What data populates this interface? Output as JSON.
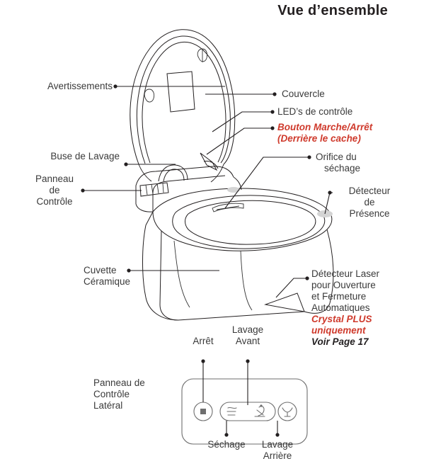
{
  "title": "Vue d’ensemble",
  "colors": {
    "ink": "#231f20",
    "red": "#cf3a2c",
    "panel_stroke": "#6e6e6e",
    "highlight_dot": "#d4d4d4"
  },
  "callouts": {
    "avertissements": "Avertissements",
    "buse_de_lavage": "Buse de Lavage",
    "panneau_de_controle_l1": "Panneau",
    "panneau_de_controle_l2": "de",
    "panneau_de_controle_l3": "Contrôle",
    "cuvette_l1": "Cuvette",
    "cuvette_l2": "Céramique",
    "couvercle": "Couvercle",
    "leds_de_controle": "LED’s de contrôle",
    "bouton_marche_arret_l1": "Bouton Marche/Arrêt",
    "bouton_marche_arret_l2": "(Derrière le cache)",
    "orifice_sechage_l1": "Orifice du",
    "orifice_sechage_l2": "séchage",
    "detecteur_presence_l1": "Détecteur",
    "detecteur_presence_l2": "de",
    "detecteur_presence_l3": "Présence",
    "detecteur_laser_l1": "Détecteur Laser",
    "detecteur_laser_l2": "pour Ouverture",
    "detecteur_laser_l3": "et Fermeture",
    "detecteur_laser_l4": "Automatiques",
    "detecteur_laser_l5": "Crystal PLUS",
    "detecteur_laser_l6": "uniquement",
    "detecteur_laser_l7": "Voir Page 17"
  },
  "side_panel": {
    "title_l1": "Panneau de",
    "title_l2": "Contrôle",
    "title_l3": "Latéral",
    "labels": {
      "arret": "Arrêt",
      "lavage_avant_l1": "Lavage",
      "lavage_avant_l2": "Avant",
      "sechage": "Séchage",
      "lavage_arriere_l1": "Lavage",
      "lavage_arriere_l2": "Arrière"
    },
    "buttons": [
      {
        "name": "stop-button",
        "icon": "stop-square-icon"
      },
      {
        "name": "drying-button",
        "icon": "drying-waves-icon"
      },
      {
        "name": "front-wash-button",
        "icon": "front-wash-figure-icon"
      },
      {
        "name": "rear-wash-button",
        "icon": "rear-wash-spray-icon"
      }
    ]
  }
}
